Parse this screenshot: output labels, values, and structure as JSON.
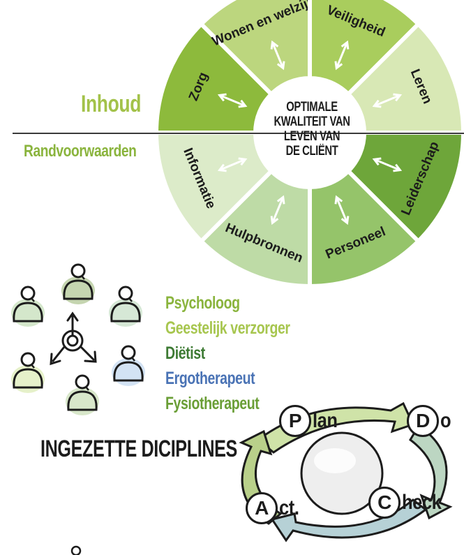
{
  "wheel": {
    "center_lines": [
      "OPTIMALE",
      "KWALITEIT VAN",
      "LEVEN VAN",
      "DE CLIËNT"
    ],
    "segments": [
      {
        "label": "Zorg",
        "color": "#8dba3c"
      },
      {
        "label": "Wonen en welzijn",
        "color": "#bcd67e"
      },
      {
        "label": "Veiligheid",
        "color": "#a9cd5d"
      },
      {
        "label": "Leren",
        "color": "#d8e8b5"
      },
      {
        "label": "Leiderschap",
        "color": "#6ea63a"
      },
      {
        "label": "Personeel",
        "color": "#95c46a"
      },
      {
        "label": "Hulpbronnen",
        "color": "#bedba6"
      },
      {
        "label": "Informatie",
        "color": "#dcebc9"
      }
    ]
  },
  "labels": {
    "inhoud": "Inhoud",
    "randvoorwaarden": "Randvoorwaarden"
  },
  "disciplines": {
    "title": "INGEZETTE DICIPLINES",
    "items": [
      {
        "label": "Psycholoog",
        "color": "#8ab43d"
      },
      {
        "label": "Geestelijk verzorger",
        "color": "#a7c64f"
      },
      {
        "label": "Diëtist",
        "color": "#3d7a33"
      },
      {
        "label": "Ergotherapeut",
        "color": "#4a73b5"
      },
      {
        "label": "Fysiotherapeut",
        "color": "#6a9e36"
      }
    ]
  },
  "pdca": {
    "plan": {
      "letter": "P",
      "rest": "lan"
    },
    "do": {
      "letter": "D",
      "rest": "o"
    },
    "check": {
      "letter": "C",
      "rest": "heck"
    },
    "act": {
      "letter": "A",
      "rest": "ct."
    }
  }
}
